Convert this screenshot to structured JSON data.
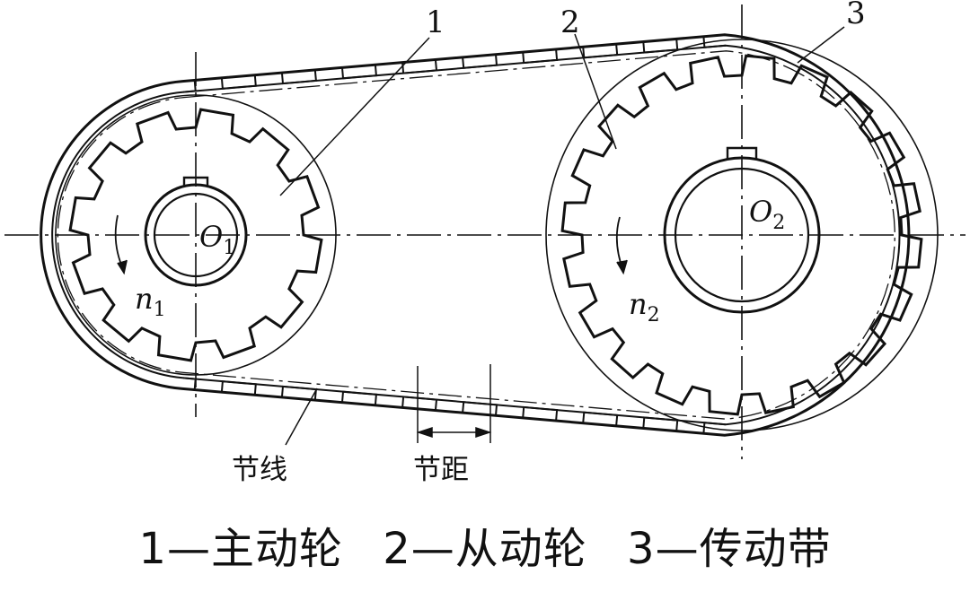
{
  "diagram": {
    "part_numbers": [
      "1",
      "2",
      "3"
    ],
    "centers": {
      "driving": {
        "label": "O",
        "subscript": "1"
      },
      "driven": {
        "label": "O",
        "subscript": "2"
      }
    },
    "speeds": {
      "driving": {
        "label": "n",
        "subscript": "1"
      },
      "driven": {
        "label": "n",
        "subscript": "2"
      }
    },
    "annotations": {
      "pitch_line": "节线",
      "pitch": "节距"
    },
    "caption": {
      "item1": "1—主动轮",
      "item2": "2—从动轮",
      "item3": "3—传动带"
    },
    "colors": {
      "line": "#111111",
      "background": "#ffffff"
    }
  }
}
